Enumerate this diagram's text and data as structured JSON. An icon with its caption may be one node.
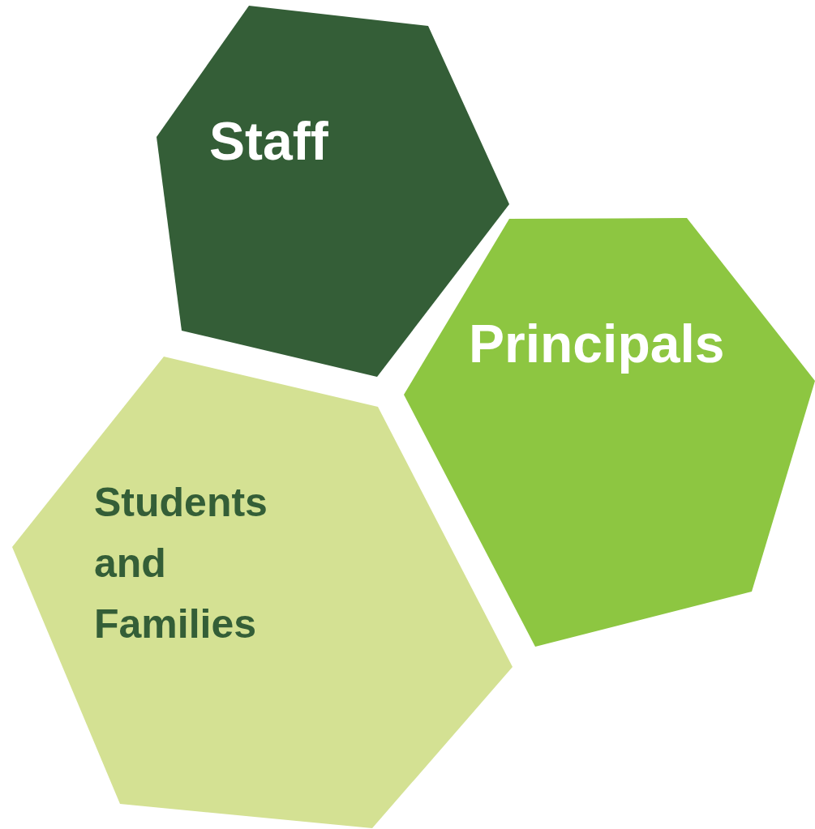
{
  "diagram": {
    "nodes": [
      {
        "text": [
          "Staff"
        ]
      },
      {
        "text": [
          "Principals"
        ]
      },
      {
        "text": [
          "Students and Families"
        ]
      }
    ]
  }
}
